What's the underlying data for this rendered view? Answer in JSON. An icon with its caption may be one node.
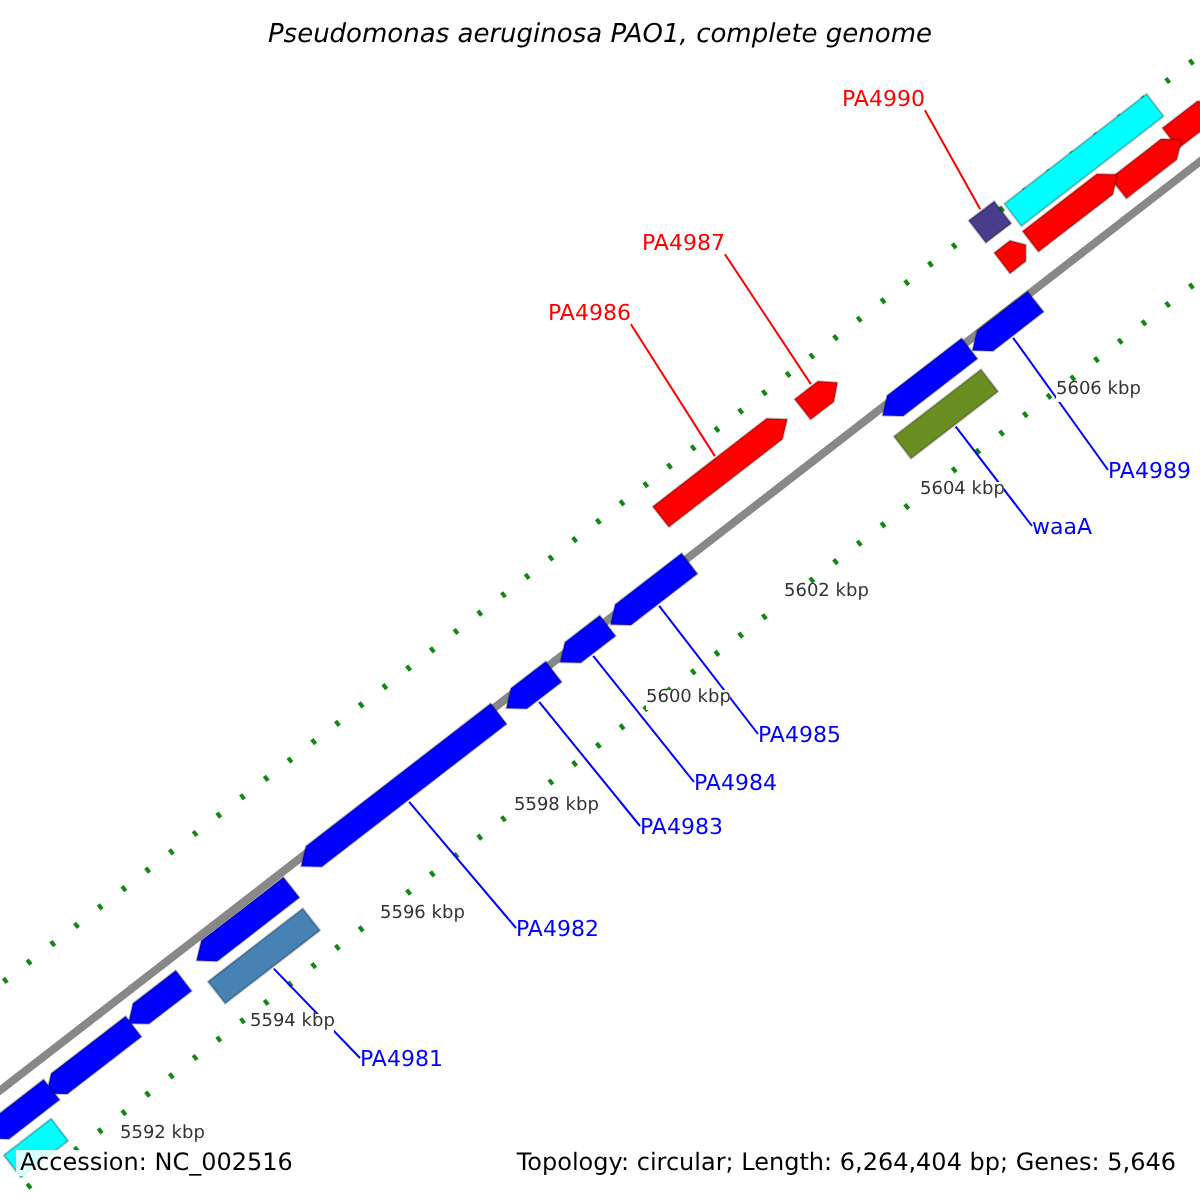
{
  "diagram": {
    "title": "Pseudomonas aeruginosa PAO1, complete genome",
    "nodes": [
      {
        "text": [
          "PA4990"
        ]
      },
      {
        "text": [],
        "shape": "box"
      },
      {
        "text": [
          "PA4987"
        ]
      },
      {
        "text": [],
        "shape": "box"
      },
      {
        "text": [
          "PA4986"
        ]
      },
      {
        "text": [],
        "shape": "box"
      },
      {
        "text": [
          "PA4989"
        ]
      },
      {
        "text": [],
        "shape": "box"
      },
      {
        "text": [
          "waaA"
        ]
      },
      {
        "text": [],
        "shape": "box"
      },
      {
        "text": [
          "PA4985"
        ]
      },
      {
        "text": [],
        "shape": "box"
      },
      {
        "text": [
          "PA4984"
        ]
      },
      {
        "text": [],
        "shape": "box"
      },
      {
        "text": [
          "PA4983"
        ]
      },
      {
        "text": [],
        "shape": "box"
      },
      {
        "text": [
          "PA4982"
        ]
      },
      {
        "text": [],
        "shape": "box"
      },
      {
        "text": [
          "PA4981"
        ]
      },
      {
        "text": [],
        "shape": "box"
      },
      {
        "text": [],
        "shape": "box"
      },
      {
        "text": [],
        "shape": "box"
      },
      {
        "text": [],
        "shape": "box"
      },
      {
        "text": [],
        "shape": "box"
      },
      {
        "text": [],
        "shape": "box"
      },
      {
        "text": [],
        "shape": "box"
      },
      {
        "text": [],
        "shape": "box"
      },
      {
        "text": [],
        "shape": "box"
      },
      {
        "text": [],
        "shape": "box"
      },
      {
        "text": [],
        "shape": "box"
      },
      {
        "text": [],
        "shape": "box"
      }
    ],
    "edges": [
      {
        "from": 0,
        "to": 1,
        "arrow": "none",
        "color": "#ff0000"
      },
      {
        "from": 2,
        "to": 3,
        "arrow": "none",
        "color": "#ff0000"
      },
      {
        "from": 4,
        "to": 5,
        "arrow": "none",
        "color": "#ff0000"
      },
      {
        "from": 6,
        "to": 7,
        "arrow": "none"
      },
      {
        "from": 8,
        "to": 9,
        "arrow": "none"
      },
      {
        "from": 10,
        "to": 11,
        "arrow": "none"
      },
      {
        "from": 12,
        "to": 13,
        "arrow": "none"
      },
      {
        "from": 14,
        "to": 15,
        "arrow": "none"
      },
      {
        "from": 16,
        "to": 17,
        "arrow": "none"
      },
      {
        "from": 18,
        "to": 19,
        "arrow": "none"
      }
    ],
    "labels": [
      "5606 kbp",
      "5604 kbp",
      "5602 kbp",
      "5600 kbp",
      "5598 kbp",
      "5596 kbp",
      "5594 kbp",
      "5592 kbp",
      "Accession: NC_002516",
      "Topology: circular; Length: 6,264,404 bp; Genes: 5,646"
    ]
  }
}
